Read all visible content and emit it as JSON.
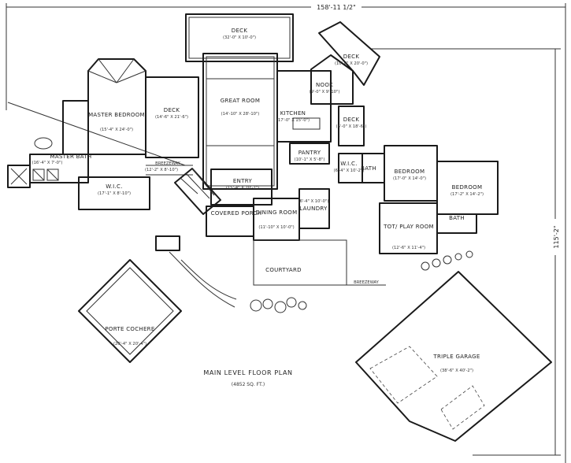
{
  "overall_width": "158'-11 1/2\"",
  "overall_depth": "115'-2\"",
  "plan_title": "MAIN LEVEL FLOOR PLAN",
  "plan_area": "(4852 SQ. FT.)",
  "rooms": {
    "deck_top": {
      "name": "DECK",
      "size": "(32'-0\" X 10'-0\")"
    },
    "deck_master": {
      "name": "DECK",
      "size": "(14'-6\" X 21'-6\")"
    },
    "deck_nook": {
      "name": "DECK",
      "size": "(10'-0\" X 20'-0\")"
    },
    "deck_kitchen": {
      "name": "DECK",
      "size": "(6'-0\" X 18'-6\")"
    },
    "master_bedroom": {
      "name": "MASTER BEDROOM",
      "size": "(15'-4\" X 24'-0\")"
    },
    "master_bath": {
      "name": "MASTER BATH",
      "size": "(16'-4\" X 7'-0\")"
    },
    "great_room": {
      "name": "GREAT ROOM",
      "size": "(14'-10\" X 28'-10\")"
    },
    "kitchen": {
      "name": "KITCHEN",
      "size": "(17'-0\" X 15'-0\")"
    },
    "nook": {
      "name": "NOOK",
      "size": "(9'-0\" X 9'-10\")"
    },
    "pantry": {
      "name": "PANTRY",
      "size": "(10'-1\" X 5'-8\")"
    },
    "breezeway_1": {
      "name": "BREEZEWAY",
      "size": "(12'-2\" X 8'-10\")"
    },
    "wic_master": {
      "name": "W.I.C.",
      "size": "(17'-1\" X 8'-10\")"
    },
    "entry": {
      "name": "ENTRY",
      "size": "(15'-4\" X 20'-2\")"
    },
    "covered_porch": {
      "name": "COVERED PORCH",
      "size": ""
    },
    "dining_room": {
      "name": "DINING ROOM",
      "size": "(11'-10\" X 10'-0\")"
    },
    "laundry": {
      "name": "LAUNDRY",
      "size": "(6'-4\" X 10'-0\")"
    },
    "wic_2": {
      "name": "W.I.C.",
      "size": "(6'-4\" X 10'-2\")"
    },
    "bath_2": {
      "name": "BATH",
      "size": ""
    },
    "bedroom_2": {
      "name": "BEDROOM",
      "size": "(17'-0\" X 14'-0\")"
    },
    "bedroom_3": {
      "name": "BEDROOM",
      "size": "(17'-2\" X 14'-2\")"
    },
    "bath_3": {
      "name": "BATH",
      "size": ""
    },
    "tot_play": {
      "name": "TOT/ PLAY ROOM",
      "size": "(12'-6\" X 11'-4\")"
    },
    "courtyard": {
      "name": "COURTYARD",
      "size": ""
    },
    "breezeway_2": {
      "name": "BREEZEWAY",
      "size": ""
    },
    "porte_cochere": {
      "name": "PORTE COCHERE",
      "size": "(20'-4\" X 20'-4\")"
    },
    "triple_garage": {
      "name": "TRIPLE GARAGE",
      "size": "(38'-6\" X 40'-2\")"
    }
  }
}
